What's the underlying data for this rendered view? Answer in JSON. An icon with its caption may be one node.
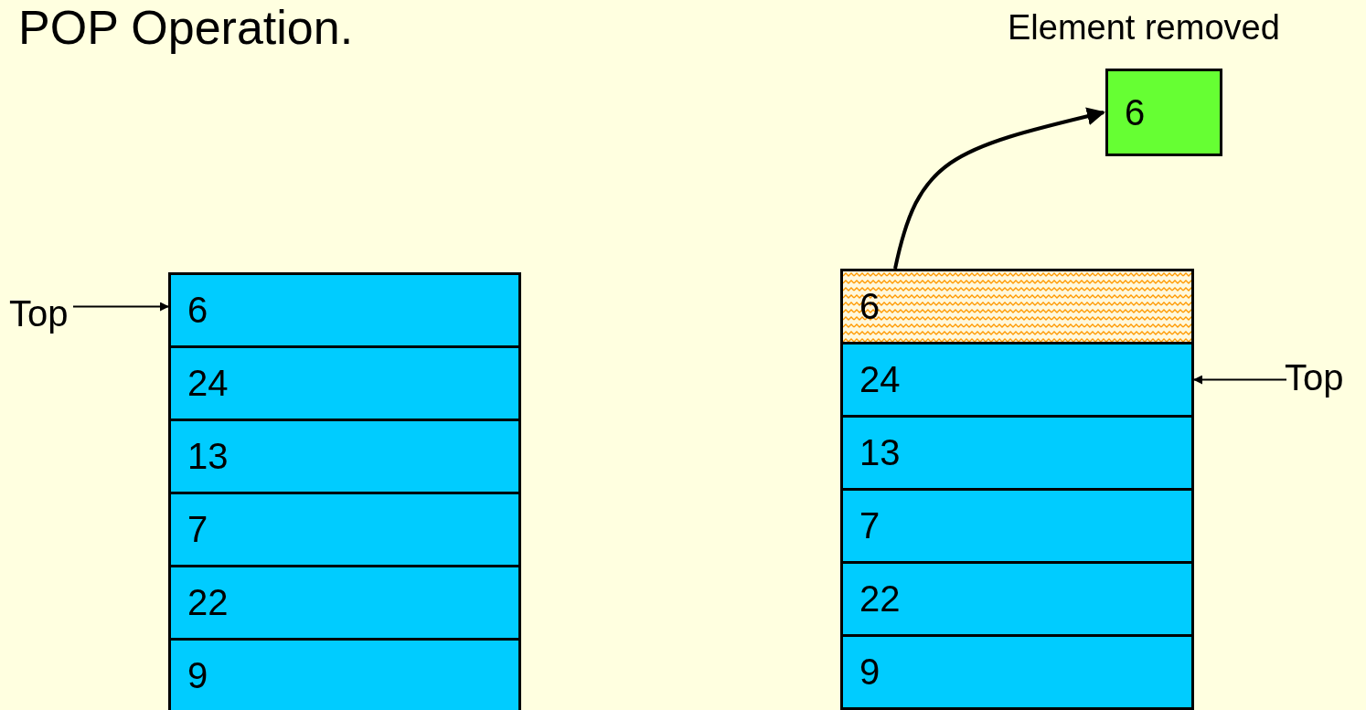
{
  "diagram": {
    "title": "POP Operation.",
    "nodes": [
      {
        "text": [
          "Top"
        ]
      },
      {
        "text": [
          "6"
        ]
      },
      {
        "text": [
          "24"
        ]
      },
      {
        "text": [
          "13"
        ]
      },
      {
        "text": [
          "7"
        ]
      },
      {
        "text": [
          "22"
        ]
      },
      {
        "text": [
          "9"
        ]
      },
      {
        "text": [
          "6"
        ]
      },
      {
        "text": [
          "24"
        ]
      },
      {
        "text": [
          "13"
        ]
      },
      {
        "text": [
          "7"
        ]
      },
      {
        "text": [
          "22"
        ]
      },
      {
        "text": [
          "9"
        ]
      },
      {
        "text": [
          "Top"
        ]
      },
      {
        "text": [
          "6"
        ],
        "beside": [
          "Element removed"
        ]
      }
    ],
    "edges": [
      {
        "from": 0,
        "to": 1,
        "arrow": "to"
      },
      {
        "from": 13,
        "to": 8,
        "arrow": "to"
      },
      {
        "from": 7,
        "to": 14,
        "arrow": "to"
      }
    ]
  }
}
